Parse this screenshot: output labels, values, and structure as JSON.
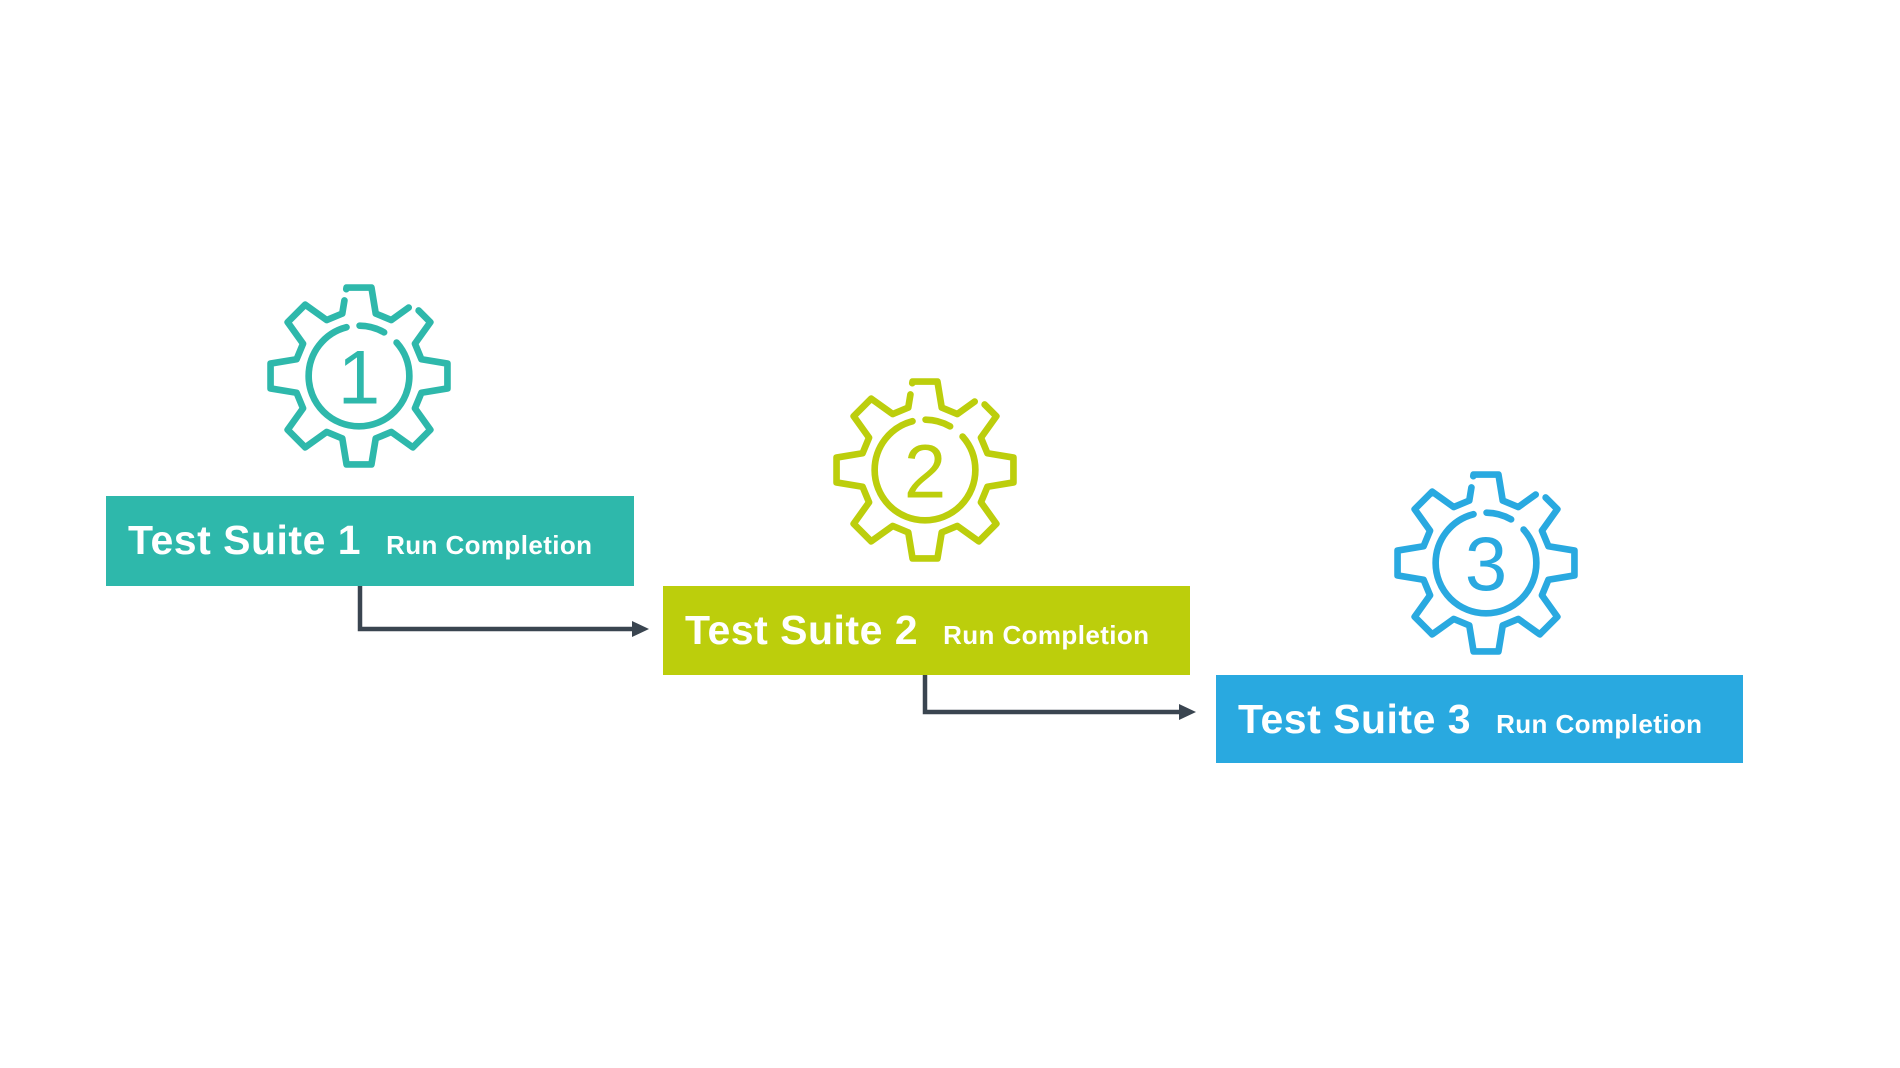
{
  "diagram": {
    "background_color": "#FFFFFF",
    "text_color": "#FFFFFF",
    "connector_color": "#3A4550",
    "suites": [
      {
        "step_number": "1",
        "label": "Test Suite 1",
        "sublabel": "Run Completion",
        "color": "#2EB8AB",
        "gear_icon": "gear-1-icon"
      },
      {
        "step_number": "2",
        "label": "Test Suite 2",
        "sublabel": "Run Completion",
        "color": "#BCCE0C",
        "gear_icon": "gear-2-icon"
      },
      {
        "step_number": "3",
        "label": "Test Suite 3",
        "sublabel": "Run Completion",
        "color": "#29A9E0",
        "gear_icon": "gear-3-icon"
      }
    ]
  }
}
